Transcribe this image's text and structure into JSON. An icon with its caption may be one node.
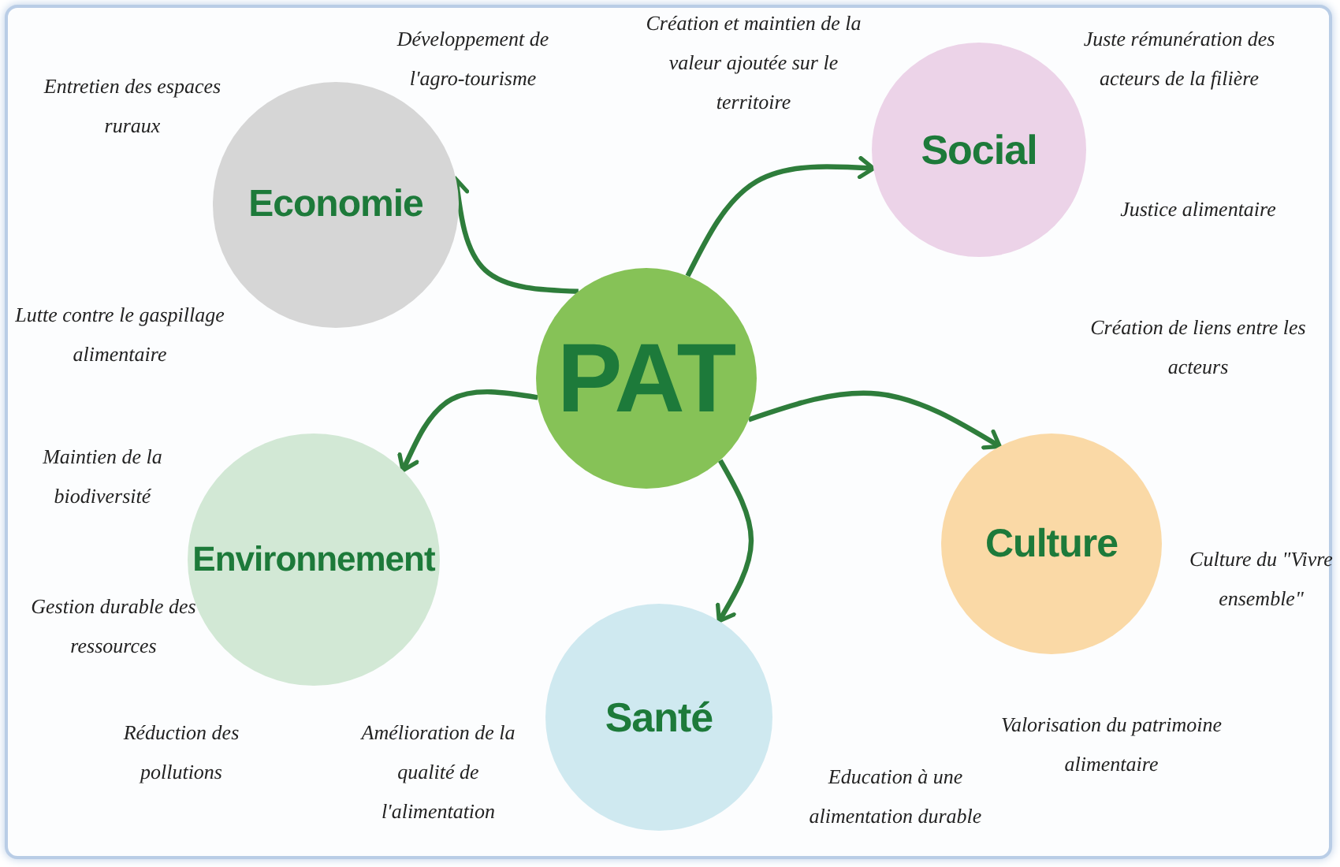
{
  "diagram": {
    "nodes": [
      {
        "text": [
          "PAT"
        ]
      },
      {
        "text": [
          "Economie"
        ]
      },
      {
        "text": [
          "Social"
        ]
      },
      {
        "text": [
          "Environnement"
        ]
      },
      {
        "text": [
          "Culture"
        ]
      },
      {
        "text": [
          "Santé"
        ]
      }
    ],
    "edges": [
      {
        "from": 0,
        "to": 1,
        "arrow": "to"
      },
      {
        "from": 0,
        "to": 2,
        "arrow": "to"
      },
      {
        "from": 0,
        "to": 3,
        "arrow": "to"
      },
      {
        "from": 0,
        "to": 4,
        "arrow": "to"
      },
      {
        "from": 0,
        "to": 5,
        "arrow": "to"
      }
    ],
    "labels": [
      "Développement de l'agro-tourisme",
      "Création et maintien de la valeur ajoutée sur le territoire",
      "Juste rémunération des acteurs de la filière",
      "Entretien des espaces ruraux",
      "Justice alimentaire",
      "Lutte contre le gaspillage alimentaire",
      "Création de liens entre les acteurs",
      "Maintien de la biodiversité",
      "Culture du \"Vivre ensemble\"",
      "Gestion durable des ressources",
      "Réduction des pollutions",
      "Amélioration de la qualité de l'alimentation",
      "Valorisation du patrimoine alimentaire",
      "Education à une alimentation durable"
    ]
  }
}
